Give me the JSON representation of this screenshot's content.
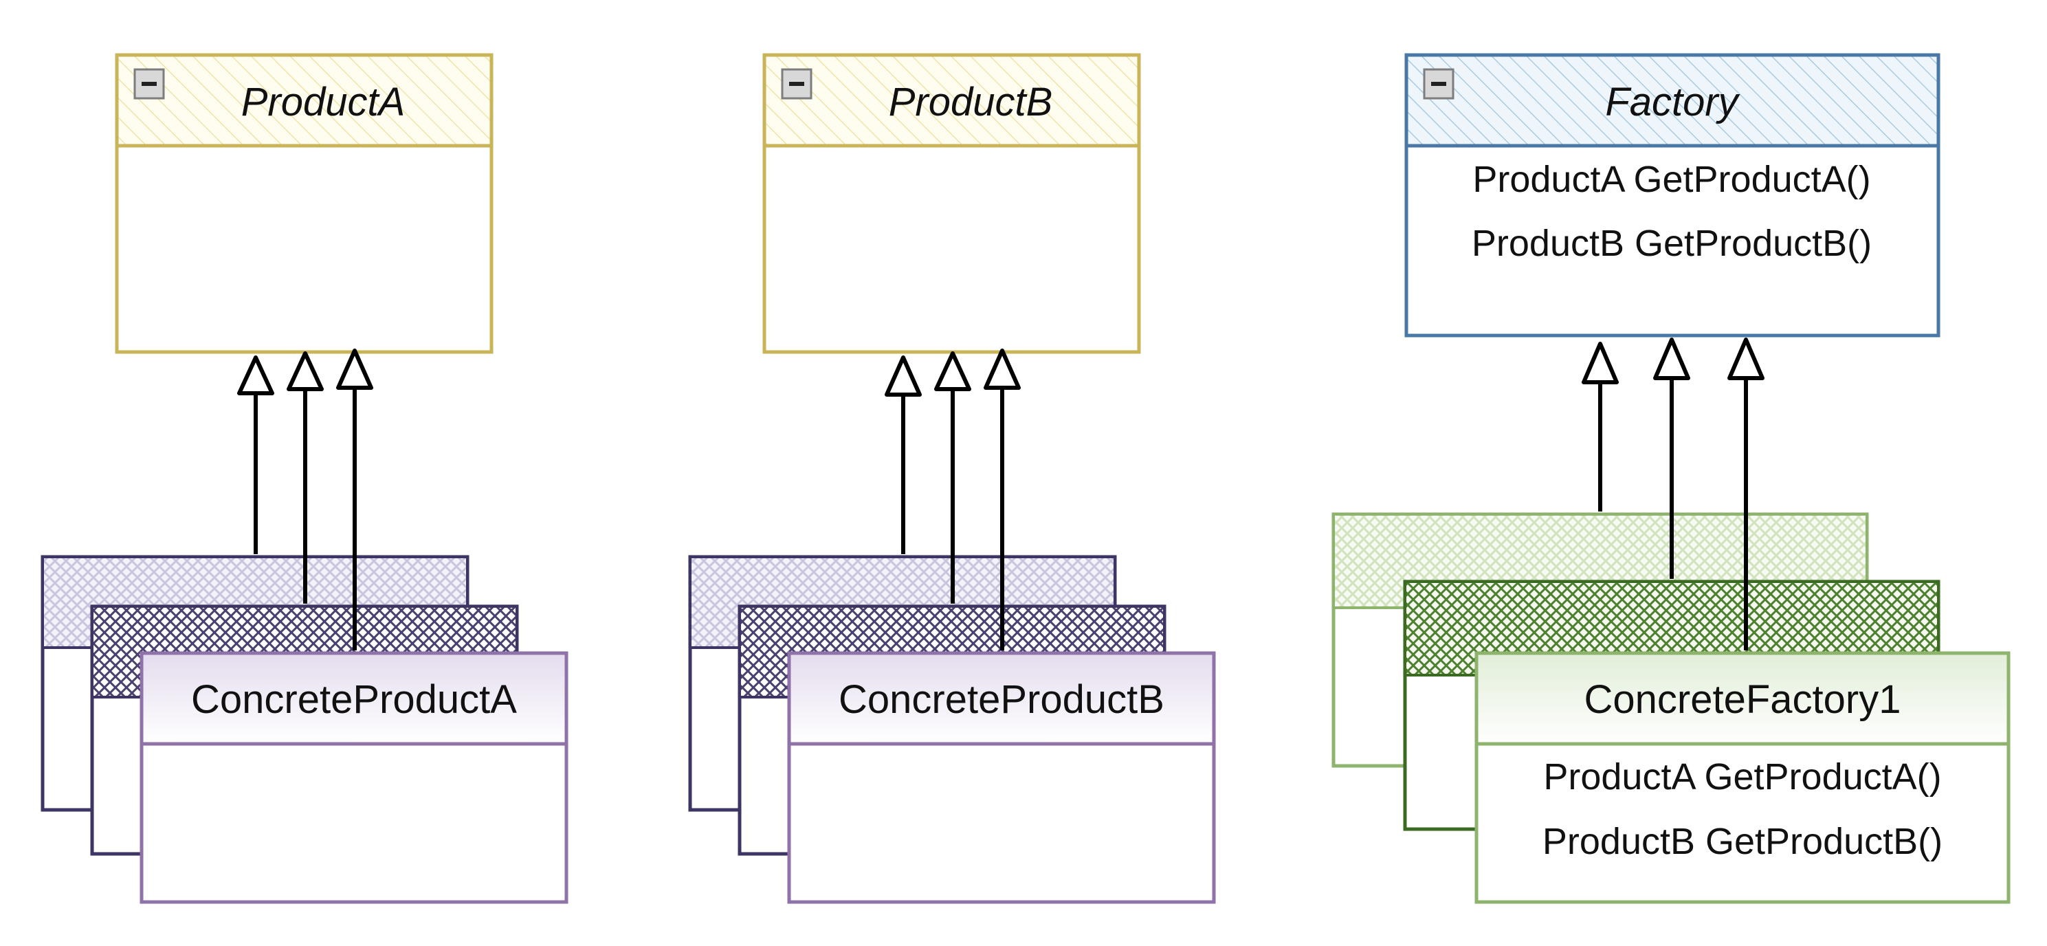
{
  "classes": {
    "product_a": {
      "title": "ProductA",
      "abstract": true,
      "operations": []
    },
    "product_b": {
      "title": "ProductB",
      "abstract": true,
      "operations": []
    },
    "factory": {
      "title": "Factory",
      "abstract": true,
      "operations": [
        "ProductA GetProductA()",
        "ProductB GetProductB()"
      ]
    },
    "concrete_product_a": {
      "title": "ConcreteProductA",
      "operations": []
    },
    "concrete_product_b": {
      "title": "ConcreteProductB",
      "operations": []
    },
    "concrete_factory": {
      "title": "ConcreteFactory1",
      "operations": [
        "ProductA GetProductA()",
        "ProductB GetProductB()"
      ]
    }
  },
  "relations": [
    {
      "from": "concrete_product_a",
      "to": "product_a",
      "type": "generalization",
      "count": 3
    },
    {
      "from": "concrete_product_b",
      "to": "product_b",
      "type": "generalization",
      "count": 3
    },
    {
      "from": "concrete_factory",
      "to": "factory",
      "type": "generalization",
      "count": 3
    }
  ],
  "colors": {
    "product_border": "#c9b458",
    "product_fill": "#faf3cf",
    "factory_border": "#4a78a6",
    "factory_fill": "#bcd7ec",
    "concrete_border": "#8e72a8",
    "concrete_dark": "#3e3565",
    "concrete_light": "#c9c5dc",
    "concrete_factory_border": "#8db36c",
    "concrete_factory_dark": "#3b6b22",
    "concrete_factory_light": "#d4e6c2"
  }
}
